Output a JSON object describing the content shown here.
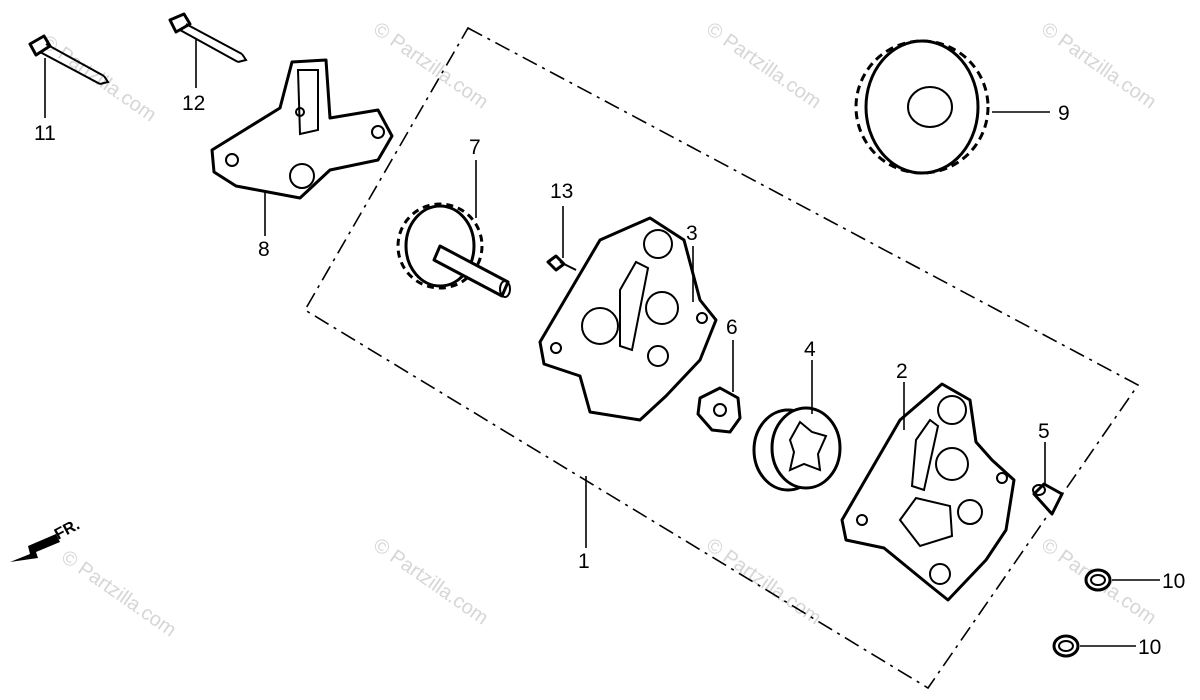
{
  "watermark": "© Partzilla.com",
  "direction_label": "FR.",
  "labels": {
    "p1": "1",
    "p2": "2",
    "p3": "3",
    "p4": "4",
    "p5": "5",
    "p6": "6",
    "p7": "7",
    "p8": "8",
    "p9": "9",
    "p10a": "10",
    "p10b": "10",
    "p11": "11",
    "p12": "12",
    "p13": "13"
  }
}
